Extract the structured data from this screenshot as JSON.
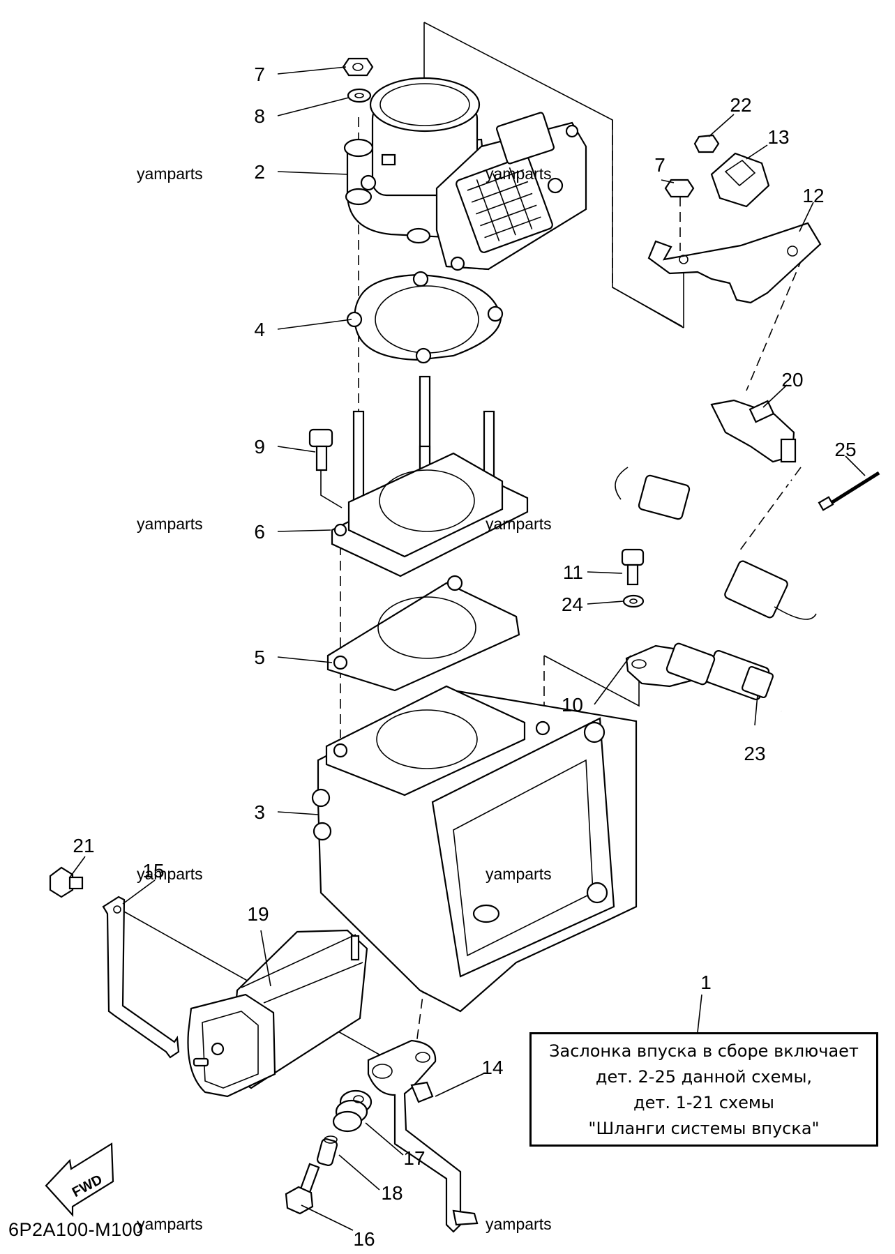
{
  "diagram_code": "6P2A100-M100",
  "watermark": "yamparts",
  "fwd_label": "FWD",
  "callouts": {
    "c1": "1",
    "c2": "2",
    "c3": "3",
    "c4": "4",
    "c5": "5",
    "c6": "6",
    "c7a": "7",
    "c7b": "7",
    "c8": "8",
    "c9": "9",
    "c10": "10",
    "c11": "11",
    "c12": "12",
    "c13": "13",
    "c14": "14",
    "c15": "15",
    "c16": "16",
    "c17": "17",
    "c18": "18",
    "c19": "19",
    "c20": "20",
    "c21": "21",
    "c22": "22",
    "c23": "23",
    "c24": "24",
    "c25": "25"
  },
  "note": {
    "line1": "Заслонка впуска в сборе включает",
    "line2": "дет. 2-25 данной схемы,",
    "line3": "дет. 1-21 схемы",
    "line4": "\"Шланги системы впуска\""
  }
}
